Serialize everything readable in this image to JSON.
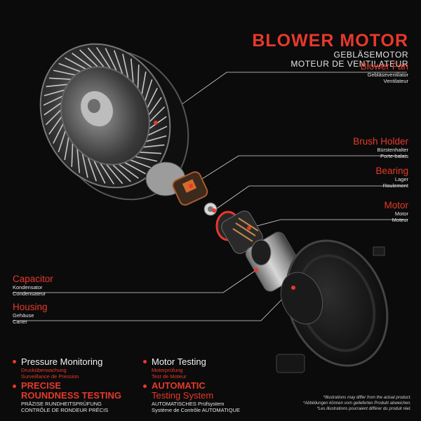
{
  "title": {
    "main": "BLOWER MOTOR",
    "sub_de": "GEBLÄSEMOTOR",
    "sub_fr": "MOTEUR DE VENTILATEUR"
  },
  "labels": {
    "blower_fan": {
      "title": "Blower Fan",
      "de": "Gebläseventilator",
      "fr": "Ventilateur"
    },
    "brush_holder": {
      "title": "Brush Holder",
      "de": "Bürstenhalter",
      "fr": "Porte-balais"
    },
    "bearing": {
      "title": "Bearing",
      "de": "Lager",
      "fr": "Roulement"
    },
    "motor": {
      "title": "Motor",
      "de": "Motor",
      "fr": "Moteur"
    },
    "capacitor": {
      "title": "Capacitor",
      "de": "Kondensator",
      "fr": "Condensateur"
    },
    "housing": {
      "title": "Housing",
      "de": "Gehäuse",
      "fr": "Carter"
    }
  },
  "features": {
    "pressure": {
      "title": "Pressure Monitoring",
      "de": "Drucküberwachung",
      "fr": "Surveillance de Pression"
    },
    "motor_testing": {
      "title": "Motor Testing",
      "de": "Motorprüfung",
      "fr": "Test de Moteur"
    },
    "precise": {
      "title1": "PRECISE",
      "title2": "ROUNDNESS TESTING",
      "de": "PRÄZISE RUNDHEITSPRÜFUNG",
      "fr": "CONTRÔLE DE RONDEUR PRÉCIS"
    },
    "automatic": {
      "title1": "AUTOMATIC",
      "title2": "Testing System",
      "de": "AUTOMATISCHES Prüfsystem",
      "fr": "Système de Contrôle AUTOMATIQUE"
    }
  },
  "disclaimer": {
    "en": "*Illustrations may differ from the actual product.",
    "de": "*Abbildungen können vom gelieferten Produkt abweichen.",
    "fr": "*Les illustrations pourraient différer du produit réel."
  },
  "colors": {
    "accent": "#e8392b",
    "background": "#0b0b0b",
    "text": "#e6e6e6"
  }
}
